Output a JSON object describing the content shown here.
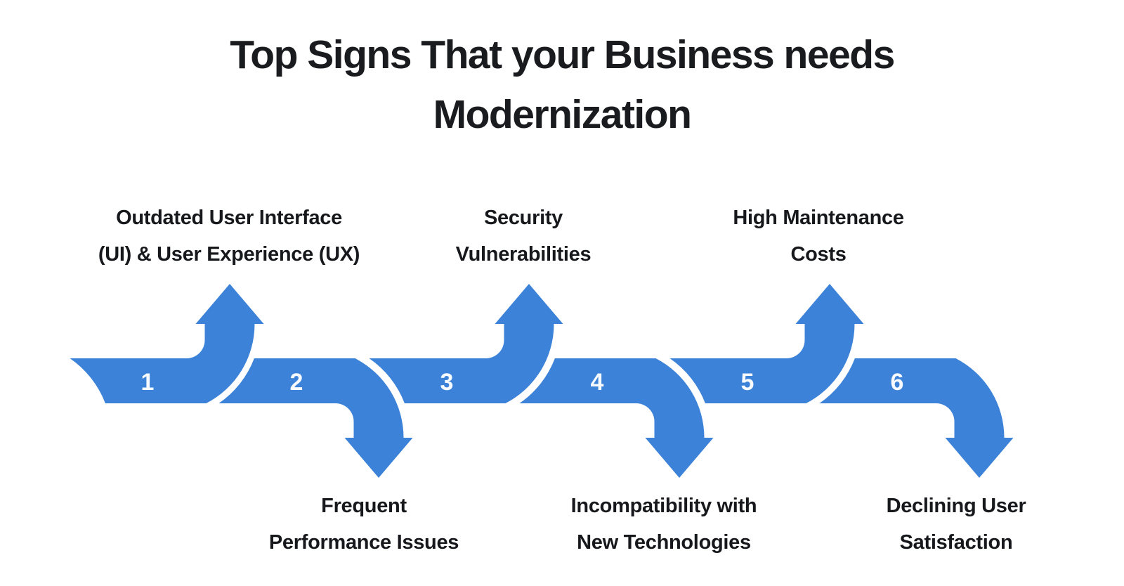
{
  "title": "Top Signs That your Business needs\nModernization",
  "colors": {
    "arrow_blue": "#3b82d8",
    "text_dark": "#1a1b1e",
    "number_white": "#f7faff",
    "background": "#ffffff"
  },
  "segments": [
    {
      "number": "1",
      "direction": "up",
      "label": "Outdated User Interface\n(UI) & User Experience (UX)"
    },
    {
      "number": "2",
      "direction": "down",
      "label": "Frequent\nPerformance Issues"
    },
    {
      "number": "3",
      "direction": "up",
      "label": "Security\nVulnerabilities"
    },
    {
      "number": "4",
      "direction": "down",
      "label": "Incompatibility with\nNew Technologies"
    },
    {
      "number": "5",
      "direction": "up",
      "label": "High Maintenance\nCosts"
    },
    {
      "number": "6",
      "direction": "down",
      "label": "Declining User\nSatisfaction"
    }
  ]
}
